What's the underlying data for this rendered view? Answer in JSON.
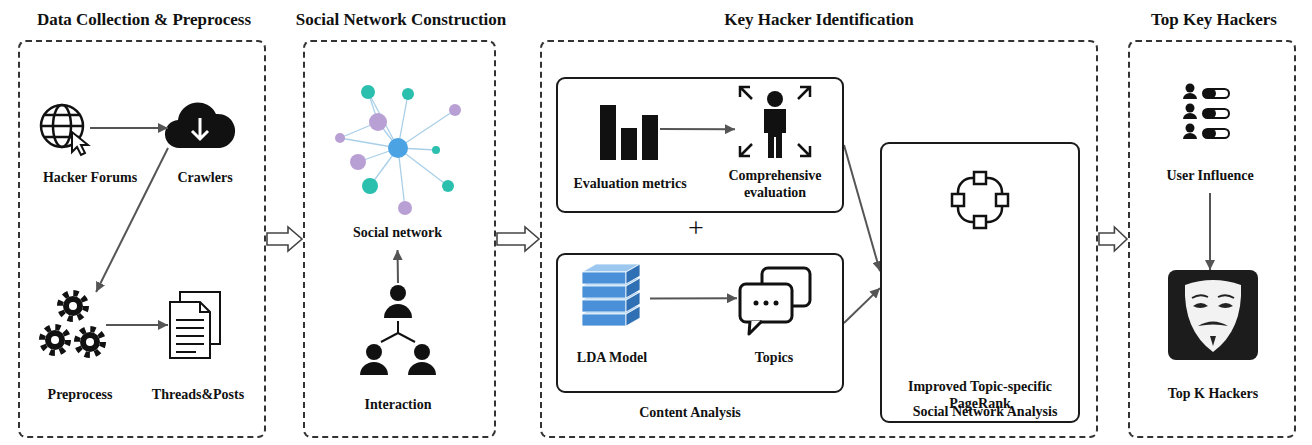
{
  "diagram": {
    "nodes": [
      {
        "text": [
          "Data Collection & Preprocess"
        ]
      },
      {
        "text": [
          "Hacker Forums"
        ],
        "in": 0
      },
      {
        "text": [
          "Crawlers"
        ],
        "in": 0
      },
      {
        "text": [
          "Preprocess"
        ],
        "in": 0
      },
      {
        "text": [
          "Threads&Posts"
        ],
        "in": 0
      },
      {
        "text": [
          "Social Network Construction"
        ]
      },
      {
        "text": [
          "Social network"
        ],
        "in": 5
      },
      {
        "text": [
          "Interaction"
        ],
        "in": 5
      },
      {
        "text": [
          "Key Hacker Identification"
        ]
      },
      {
        "text": [],
        "in": 8
      },
      {
        "text": [
          "Evaluation metrics"
        ],
        "in": 9
      },
      {
        "text": [
          "Comprehensive evaluation"
        ],
        "in": 9
      },
      {
        "text": [
          "Content Analysis"
        ],
        "in": 8
      },
      {
        "text": [
          "LDA Model"
        ],
        "in": 12
      },
      {
        "text": [
          "Topics"
        ],
        "in": 12
      },
      {
        "text": [
          "Improved Topic-specific PageRank",
          "Social Network Analysis"
        ],
        "in": 8
      },
      {
        "text": [
          "Top Key Hackers"
        ]
      },
      {
        "text": [
          "User Influence"
        ],
        "in": 16
      },
      {
        "text": [
          "Top K Hackers"
        ],
        "in": 16
      }
    ],
    "edges": [
      {
        "from": 1,
        "to": 2,
        "arrow": "to"
      },
      {
        "from": 2,
        "to": 3,
        "arrow": "to"
      },
      {
        "from": 3,
        "to": 4,
        "arrow": "to"
      },
      {
        "from": 0,
        "to": 5,
        "arrow": "to"
      },
      {
        "from": 7,
        "to": 6,
        "arrow": "to"
      },
      {
        "from": 5,
        "to": 8,
        "arrow": "to"
      },
      {
        "from": 10,
        "to": 11,
        "arrow": "to"
      },
      {
        "from": 13,
        "to": 14,
        "arrow": "to"
      },
      {
        "from": 9,
        "to": 15,
        "arrow": "to"
      },
      {
        "from": 12,
        "to": 15,
        "arrow": "to"
      },
      {
        "from": 8,
        "to": 16,
        "arrow": "to"
      },
      {
        "from": 17,
        "to": 18,
        "arrow": "to"
      }
    ],
    "labels": [
      "+"
    ]
  }
}
